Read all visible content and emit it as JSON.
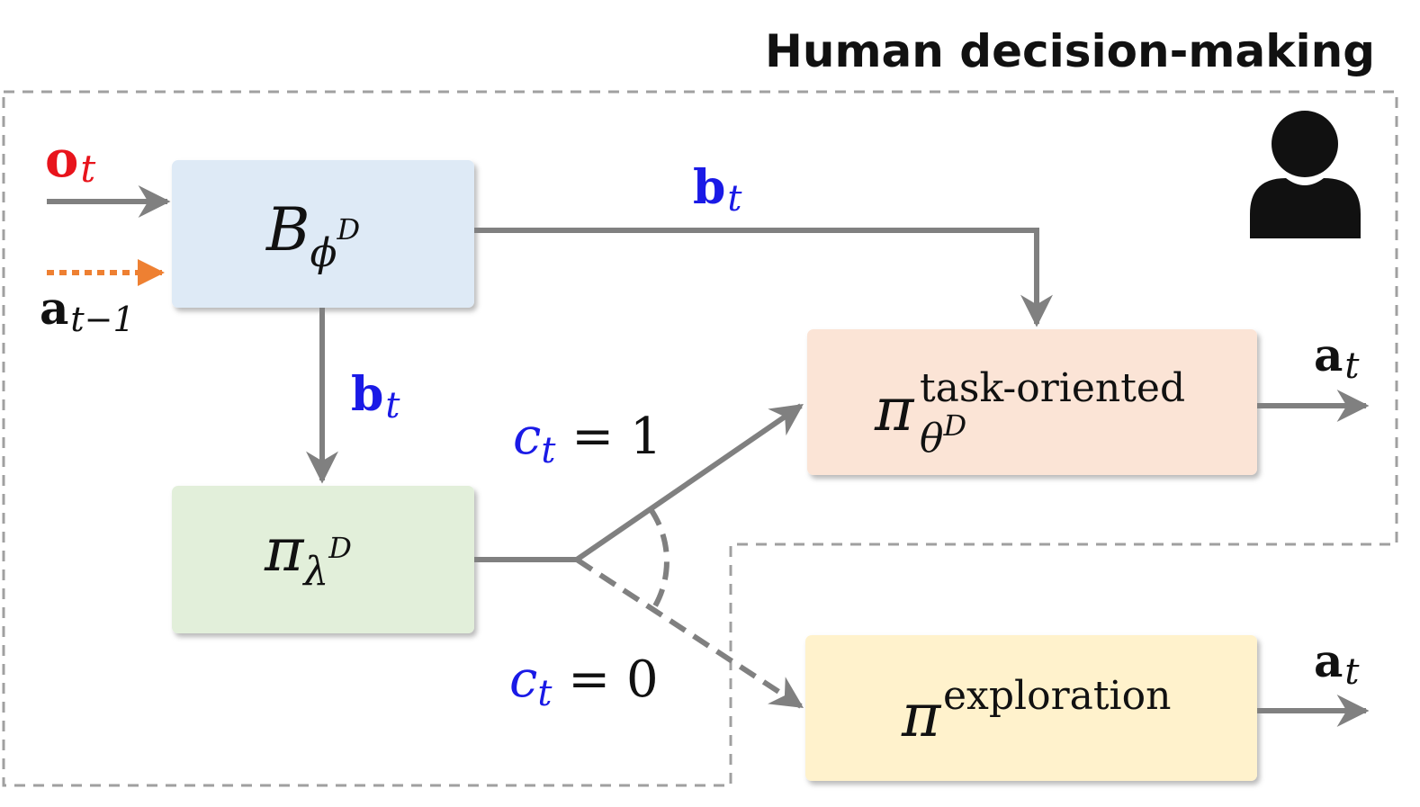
{
  "title": "Human decision-making",
  "nodes": {
    "belief": {
      "main": "B",
      "sub": "ϕ",
      "sup": "D"
    },
    "meta_policy": {
      "main": "π",
      "sub": "λ",
      "sup": "D"
    },
    "task_policy": {
      "main": "π",
      "sup": "task-oriented",
      "sub": "θ",
      "subsup": "D"
    },
    "explore_policy": {
      "main": "π",
      "sup": "exploration"
    }
  },
  "labels": {
    "obs": {
      "main": "o",
      "sub": "t"
    },
    "prev_action": {
      "main": "a",
      "sub": "t−1"
    },
    "belief_top": {
      "main": "b",
      "sub": "t"
    },
    "belief_down": {
      "main": "b",
      "sub": "t"
    },
    "c_one": {
      "main": "c",
      "sub": "t",
      "rest": " = 1"
    },
    "c_zero": {
      "main": "c",
      "sub": "t",
      "rest": " = 0"
    },
    "action_top": {
      "main": "a",
      "sub": "t"
    },
    "action_bottom": {
      "main": "a",
      "sub": "t"
    }
  },
  "icons": {
    "user": "person-icon"
  },
  "colors": {
    "arrow": "#808080",
    "dashed_border": "#a0a0a0",
    "obs_red": "#e8141c",
    "action_orange": "#ee8032",
    "variable_blue": "#1a1ae6",
    "belief_box": "#deeaf6",
    "meta_box": "#e2efda",
    "task_box": "#fbe4d6",
    "explore_box": "#fff2cc"
  }
}
